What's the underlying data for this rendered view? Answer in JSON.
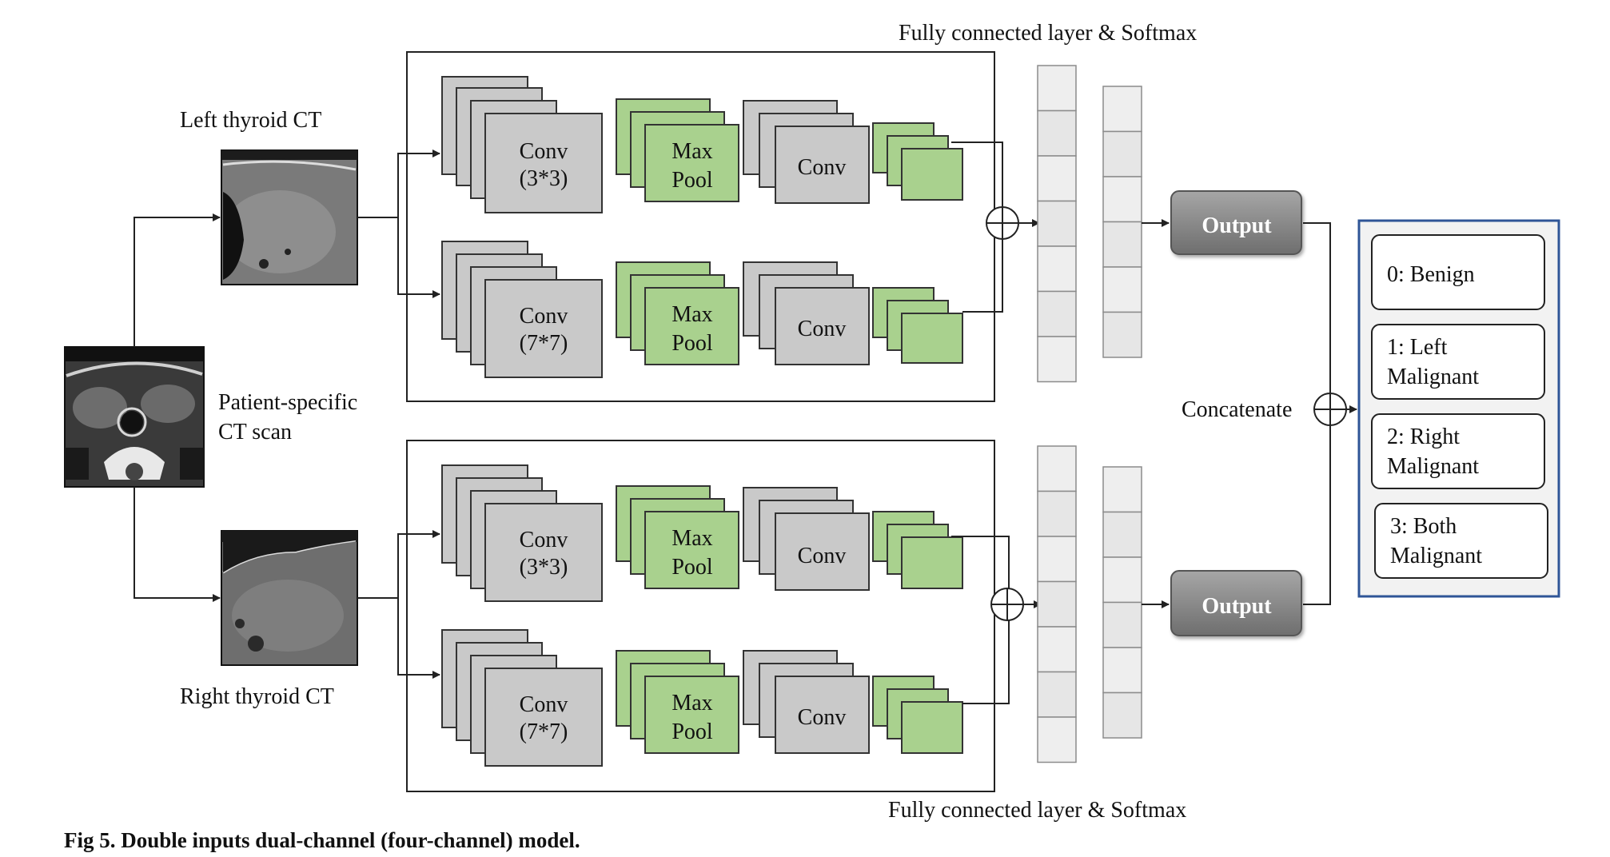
{
  "labels": {
    "fc_top": "Fully connected  layer  & Softmax",
    "fc_bottom": "Fully connected  layer  & Softmax",
    "left_ct": "Left thyroid CT",
    "right_ct": "Right thyroid CT",
    "patient_line1": "Patient-specific",
    "patient_line2": "CT scan",
    "concatenate": "Concatenate"
  },
  "top_branch": {
    "row1": {
      "conv1_line1": "Conv",
      "conv1_line2": "(3*3)",
      "pool_line1": "Max",
      "pool_line2": "Pool",
      "conv2": "Conv"
    },
    "row2": {
      "conv1_line1": "Conv",
      "conv1_line2": "(7*7)",
      "pool_line1": "Max",
      "pool_line2": "Pool",
      "conv2": "Conv"
    },
    "output": "Output"
  },
  "bottom_branch": {
    "row1": {
      "conv1_line1": "Conv",
      "conv1_line2": "(3*3)",
      "pool_line1": "Max",
      "pool_line2": "Pool",
      "conv2": "Conv"
    },
    "row2": {
      "conv1_line1": "Conv",
      "conv1_line2": "(7*7)",
      "pool_line1": "Max",
      "pool_line2": "Pool",
      "conv2": "Conv"
    },
    "output": "Output"
  },
  "classes": [
    {
      "line1": "0: Benign",
      "line2": ""
    },
    {
      "line1": "1: Left",
      "line2": "Malignant"
    },
    {
      "line1": "2: Right",
      "line2": "Malignant"
    },
    {
      "line1": "3: Both",
      "line2": "Malignant"
    }
  ],
  "caption": "Fig 5.  Double inputs dual-channel (four-channel) model.",
  "colors": {
    "conv_fill": "#c9c9c9",
    "pool_fill": "#a9d18e",
    "fc_fill": "#e6e6e6",
    "output_fill": "#7f7f7f",
    "class_panel_border": "#2f5597",
    "class_panel_fill": "#f2f2f2"
  }
}
